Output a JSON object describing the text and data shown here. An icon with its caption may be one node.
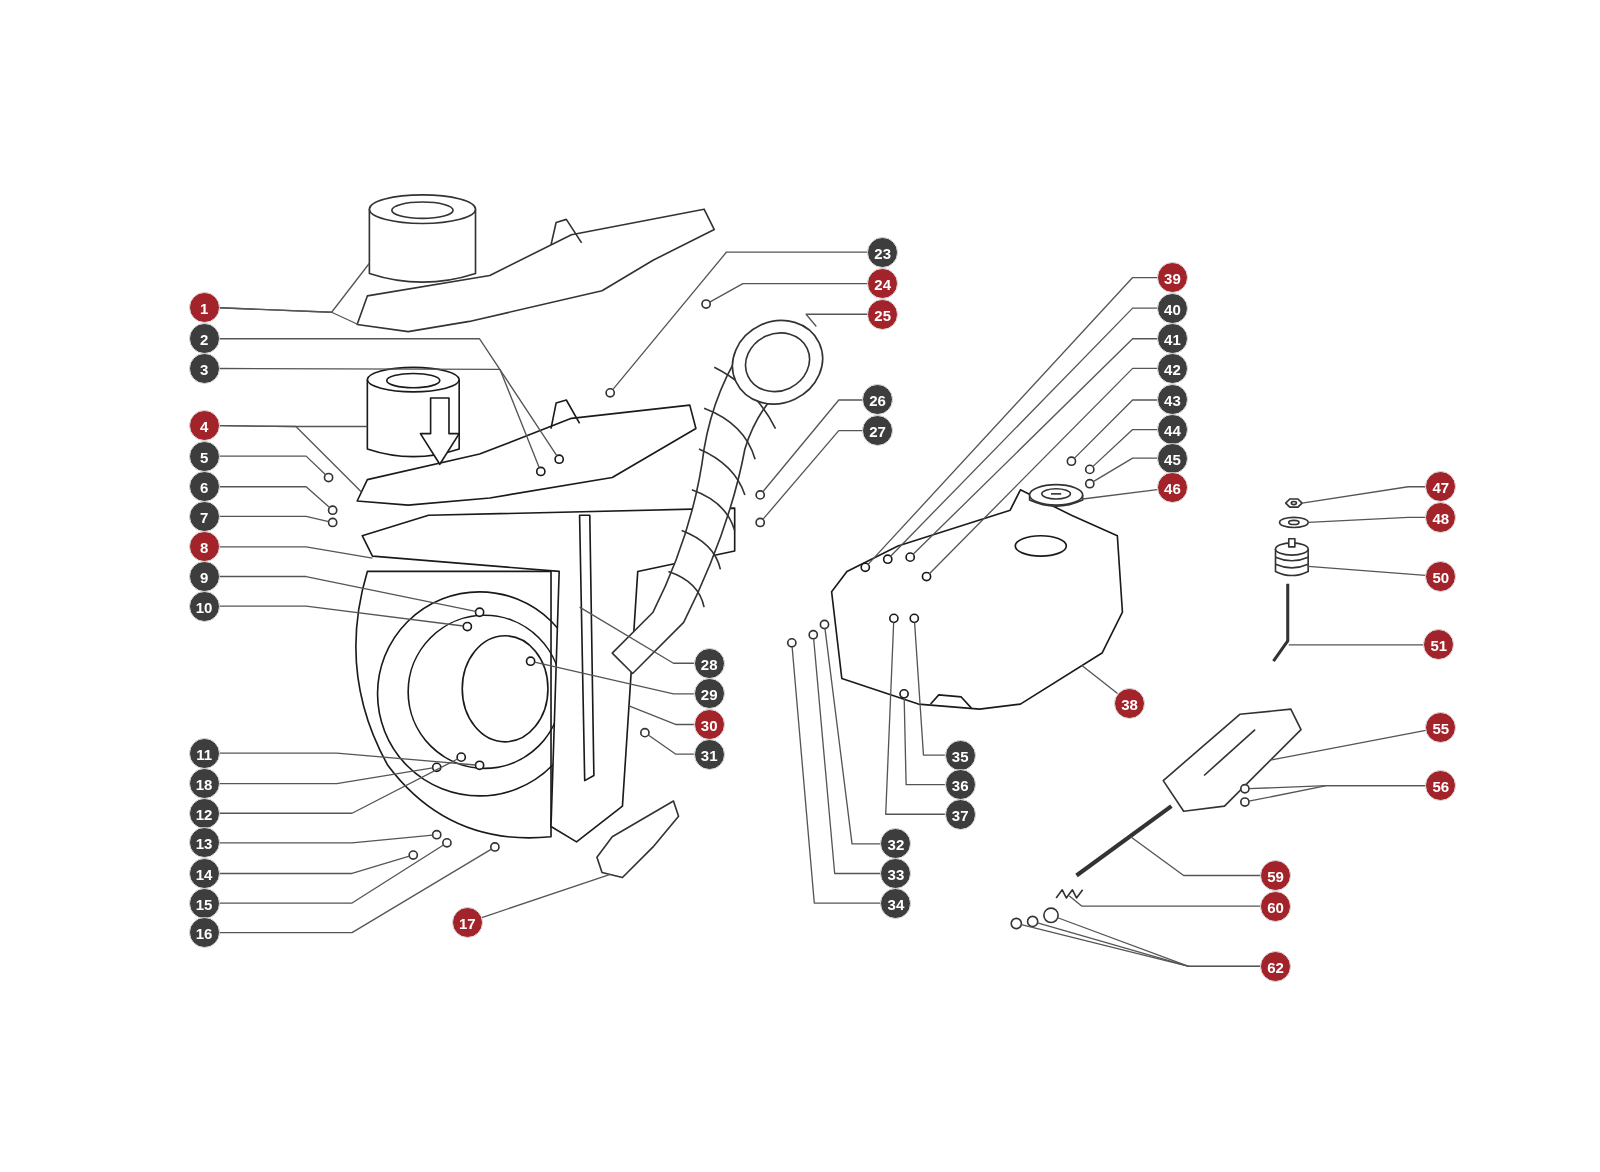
{
  "diagram": {
    "nodes": [
      {
        "text": [
          "1"
        ]
      },
      {
        "text": [
          "2"
        ]
      },
      {
        "text": [
          "3"
        ]
      },
      {
        "text": [
          "4"
        ]
      },
      {
        "text": [
          "5"
        ]
      },
      {
        "text": [
          "6"
        ]
      },
      {
        "text": [
          "7"
        ]
      },
      {
        "text": [
          "8"
        ]
      },
      {
        "text": [
          "9"
        ]
      },
      {
        "text": [
          "10"
        ]
      },
      {
        "text": [
          "11"
        ]
      },
      {
        "text": [
          "18"
        ]
      },
      {
        "text": [
          "12"
        ]
      },
      {
        "text": [
          "13"
        ]
      },
      {
        "text": [
          "14"
        ]
      },
      {
        "text": [
          "15"
        ]
      },
      {
        "text": [
          "16"
        ]
      },
      {
        "text": [
          "17"
        ]
      },
      {
        "text": [
          "23"
        ]
      },
      {
        "text": [
          "24"
        ]
      },
      {
        "text": [
          "25"
        ]
      },
      {
        "text": [
          "26"
        ]
      },
      {
        "text": [
          "27"
        ]
      },
      {
        "text": [
          "28"
        ]
      },
      {
        "text": [
          "29"
        ]
      },
      {
        "text": [
          "30"
        ]
      },
      {
        "text": [
          "31"
        ]
      },
      {
        "text": [
          "32"
        ]
      },
      {
        "text": [
          "33"
        ]
      },
      {
        "text": [
          "34"
        ]
      },
      {
        "text": [
          "35"
        ]
      },
      {
        "text": [
          "36"
        ]
      },
      {
        "text": [
          "37"
        ]
      },
      {
        "text": [
          "38"
        ]
      },
      {
        "text": [
          "39"
        ]
      },
      {
        "text": [
          "40"
        ]
      },
      {
        "text": [
          "41"
        ]
      },
      {
        "text": [
          "42"
        ]
      },
      {
        "text": [
          "43"
        ]
      },
      {
        "text": [
          "44"
        ]
      },
      {
        "text": [
          "45"
        ]
      },
      {
        "text": [
          "46"
        ]
      },
      {
        "text": [
          "47"
        ]
      },
      {
        "text": [
          "48"
        ]
      },
      {
        "text": [
          "50"
        ]
      },
      {
        "text": [
          "51"
        ]
      },
      {
        "text": [
          "55"
        ]
      },
      {
        "text": [
          "56"
        ]
      },
      {
        "text": [
          "59"
        ]
      },
      {
        "text": [
          "60"
        ]
      },
      {
        "text": [
          "62"
        ]
      },
      {
        "text": [],
        "shape": "picture"
      },
      {
        "text": [],
        "shape": "circle",
        "in": 54
      },
      {
        "text": [],
        "shape": "circle",
        "in": 54
      },
      {
        "text": [],
        "shape": "picture"
      },
      {
        "text": [],
        "shape": "circle"
      },
      {
        "text": [],
        "shape": "circle"
      },
      {
        "text": [],
        "shape": "circle"
      },
      {
        "text": [],
        "shape": "picture"
      },
      {
        "text": [],
        "shape": "circle",
        "in": 58
      },
      {
        "text": [],
        "shape": "circle",
        "in": 58
      },
      {
        "text": [],
        "shape": "circle",
        "in": 58
      },
      {
        "text": [],
        "shape": "circle",
        "in": 58
      },
      {
        "text": [],
        "shape": "circle",
        "in": 58
      },
      {
        "text": [],
        "shape": "circle"
      },
      {
        "text": [],
        "shape": "circle"
      },
      {
        "text": [],
        "shape": "circle"
      },
      {
        "text": [],
        "shape": "circle"
      },
      {
        "text": [],
        "shape": "picture"
      },
      {
        "text": [],
        "shape": "circle"
      },
      {
        "text": [],
        "shape": "circle"
      },
      {
        "text": [],
        "shape": "picture"
      },
      {
        "text": [],
        "shape": "circle"
      },
      {
        "text": [],
        "shape": "circle"
      },
      {
        "text": [],
        "shape": "picture",
        "in": 58
      },
      {
        "text": [],
        "shape": "circle",
        "in": 58
      },
      {
        "text": [],
        "shape": "circle"
      },
      {
        "text": [],
        "shape": "circle"
      },
      {
        "text": [],
        "shape": "circle"
      },
      {
        "text": [],
        "shape": "circle"
      },
      {
        "text": [],
        "shape": "circle",
        "in": 83
      },
      {
        "text": [],
        "shape": "circle",
        "in": 83
      },
      {
        "text": [],
        "shape": "circle",
        "in": 83
      },
      {
        "text": [],
        "shape": "picture"
      },
      {
        "text": [],
        "shape": "circle",
        "in": 83
      },
      {
        "text": [],
        "shape": "circle",
        "in": 83
      },
      {
        "text": [],
        "shape": "circle",
        "in": 83
      },
      {
        "text": [],
        "shape": "circle",
        "in": 83
      },
      {
        "text": [],
        "shape": "circle"
      },
      {
        "text": [],
        "shape": "circle"
      },
      {
        "text": [],
        "shape": "circle"
      },
      {
        "text": [],
        "shape": "picture"
      },
      {
        "text": [],
        "shape": "picture"
      },
      {
        "text": [],
        "shape": "picture"
      },
      {
        "text": [],
        "shape": "picture"
      },
      {
        "text": [],
        "shape": "picture"
      },
      {
        "text": [],
        "shape": "picture"
      },
      {
        "text": [],
        "shape": "circle"
      },
      {
        "text": [],
        "shape": "circle"
      },
      {
        "text": [],
        "shape": "picture"
      },
      {
        "text": [],
        "shape": "picture"
      },
      {
        "text": [],
        "shape": "circle"
      },
      {
        "text": [],
        "shape": "circle"
      },
      {
        "text": [],
        "shape": "circle"
      }
    ],
    "edges": [
      {
        "from": 0,
        "to": 51,
        "arrow": "none"
      },
      {
        "from": 0,
        "to": 51,
        "arrow": "none"
      },
      {
        "from": 1,
        "to": 52,
        "arrow": "none"
      },
      {
        "from": 2,
        "to": 53,
        "arrow": "none"
      },
      {
        "from": 3,
        "to": 54,
        "arrow": "none"
      },
      {
        "from": 3,
        "to": 54,
        "arrow": "none"
      },
      {
        "from": 4,
        "to": 55,
        "arrow": "none"
      },
      {
        "from": 5,
        "to": 56,
        "arrow": "none"
      },
      {
        "from": 6,
        "to": 57,
        "arrow": "none"
      },
      {
        "from": 7,
        "to": 58,
        "arrow": "none"
      },
      {
        "from": 8,
        "to": 59,
        "arrow": "none"
      },
      {
        "from": 9,
        "to": 60,
        "arrow": "none"
      },
      {
        "from": 10,
        "to": 61,
        "arrow": "none"
      },
      {
        "from": 11,
        "to": 62,
        "arrow": "none"
      },
      {
        "from": 12,
        "to": 63,
        "arrow": "none"
      },
      {
        "from": 13,
        "to": 64,
        "arrow": "none"
      },
      {
        "from": 14,
        "to": 65,
        "arrow": "none"
      },
      {
        "from": 15,
        "to": 66,
        "arrow": "none"
      },
      {
        "from": 16,
        "to": 67,
        "arrow": "none"
      },
      {
        "from": 17,
        "to": 68,
        "arrow": "none"
      },
      {
        "from": 18,
        "to": 69,
        "arrow": "none"
      },
      {
        "from": 19,
        "to": 70,
        "arrow": "none"
      },
      {
        "from": 20,
        "to": 71,
        "arrow": "none"
      },
      {
        "from": 21,
        "to": 72,
        "arrow": "none"
      },
      {
        "from": 22,
        "to": 73,
        "arrow": "none"
      },
      {
        "from": 23,
        "to": 74,
        "arrow": "none"
      },
      {
        "from": 24,
        "to": 75,
        "arrow": "none"
      },
      {
        "from": 25,
        "to": 58,
        "arrow": "none"
      },
      {
        "from": 26,
        "to": 76,
        "arrow": "none"
      },
      {
        "from": 27,
        "to": 77,
        "arrow": "none"
      },
      {
        "from": 28,
        "to": 78,
        "arrow": "none"
      },
      {
        "from": 29,
        "to": 79,
        "arrow": "none"
      },
      {
        "from": 30,
        "to": 80,
        "arrow": "none"
      },
      {
        "from": 31,
        "to": 81,
        "arrow": "none"
      },
      {
        "from": 32,
        "to": 82,
        "arrow": "none"
      },
      {
        "from": 33,
        "to": 83,
        "arrow": "none"
      },
      {
        "from": 34,
        "to": 84,
        "arrow": "none"
      },
      {
        "from": 35,
        "to": 85,
        "arrow": "none"
      },
      {
        "from": 36,
        "to": 86,
        "arrow": "none"
      },
      {
        "from": 37,
        "to": 87,
        "arrow": "none"
      },
      {
        "from": 38,
        "to": 88,
        "arrow": "none"
      },
      {
        "from": 39,
        "to": 89,
        "arrow": "none"
      },
      {
        "from": 40,
        "to": 90,
        "arrow": "none"
      },
      {
        "from": 41,
        "to": 91,
        "arrow": "none"
      },
      {
        "from": 42,
        "to": 92,
        "arrow": "none"
      },
      {
        "from": 43,
        "to": 93,
        "arrow": "none"
      },
      {
        "from": 44,
        "to": 94,
        "arrow": "none"
      },
      {
        "from": 45,
        "to": 95,
        "arrow": "none"
      },
      {
        "from": 46,
        "to": 96,
        "arrow": "none"
      },
      {
        "from": 47,
        "to": 97,
        "arrow": "none"
      },
      {
        "from": 47,
        "to": 98,
        "arrow": "none"
      },
      {
        "from": 48,
        "to": 99,
        "arrow": "none"
      },
      {
        "from": 49,
        "to": 100,
        "arrow": "none"
      },
      {
        "from": 50,
        "to": 101,
        "arrow": "none"
      },
      {
        "from": 50,
        "to": 102,
        "arrow": "none"
      },
      {
        "from": 50,
        "to": 103,
        "arrow": "none"
      }
    ]
  }
}
